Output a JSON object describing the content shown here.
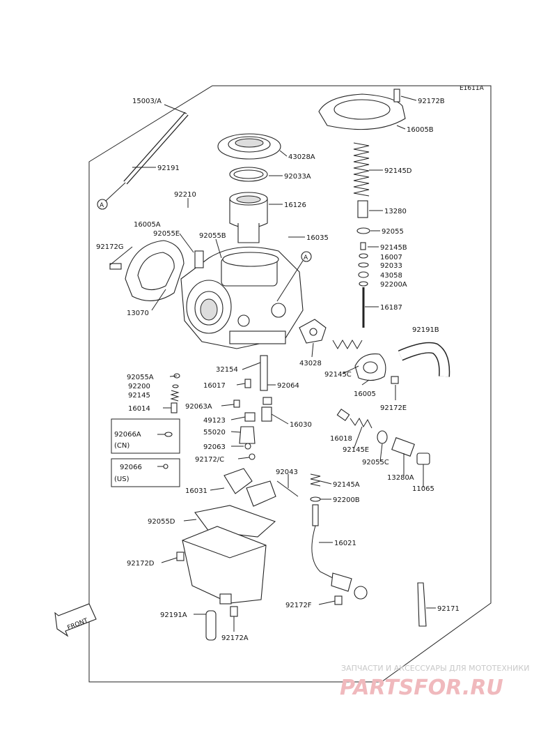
{
  "diagram_code": "E1611A",
  "callout_marker": "A",
  "front_label": "FRONT",
  "parts": {
    "p15003a": "15003/A",
    "p92191": "92191",
    "p92210": "92210",
    "p16005a": "16005A",
    "p92055e": "92055E",
    "p92055b": "92055B",
    "p92172g": "92172G",
    "p13070": "13070",
    "p43028a": "43028A",
    "p92033a": "92033A",
    "p16126": "16126",
    "p16035": "16035",
    "p92172b": "92172B",
    "p16005b": "16005B",
    "p92145d": "92145D",
    "p13280": "13280",
    "p92055": "92055",
    "p92145b": "92145B",
    "p16007": "16007",
    "p92033": "92033",
    "p43058": "43058",
    "p92200a": "92200A",
    "p16187": "16187",
    "p92191b": "92191B",
    "p43028": "43028",
    "p92145c": "92145C",
    "p16005": "16005",
    "p92172e": "92172E",
    "p32154": "32154",
    "p92055a": "92055A",
    "p92200": "92200",
    "p92145": "92145",
    "p16014": "16014",
    "p16017": "16017",
    "p92064": "92064",
    "p92063a": "92063A",
    "p49123": "49123",
    "p55020": "55020",
    "p16030": "16030",
    "p92066a": "92066A",
    "p_cn": "(CN)",
    "p92063": "92063",
    "p16018": "16018",
    "p92145e": "92145E",
    "p92172c": "92172/C",
    "p92066": "92066",
    "p_us": "(US)",
    "p92055c": "92055C",
    "p13280a": "13280A",
    "p11065": "11065",
    "p92043": "92043",
    "p92145a": "92145A",
    "p16031": "16031",
    "p92200b": "92200B",
    "p92055d": "92055D",
    "p16021": "16021",
    "p92172d": "92172D",
    "p92172f": "92172F",
    "p92171": "92171",
    "p92191a": "92191A",
    "p92172a": "92172A"
  },
  "watermark": {
    "top_text": "ЗАПЧАСТИ И АКСЕССУАРЫ ДЛЯ МОТОТЕХНИКИ",
    "brand": "PARTSFOR.RU"
  }
}
